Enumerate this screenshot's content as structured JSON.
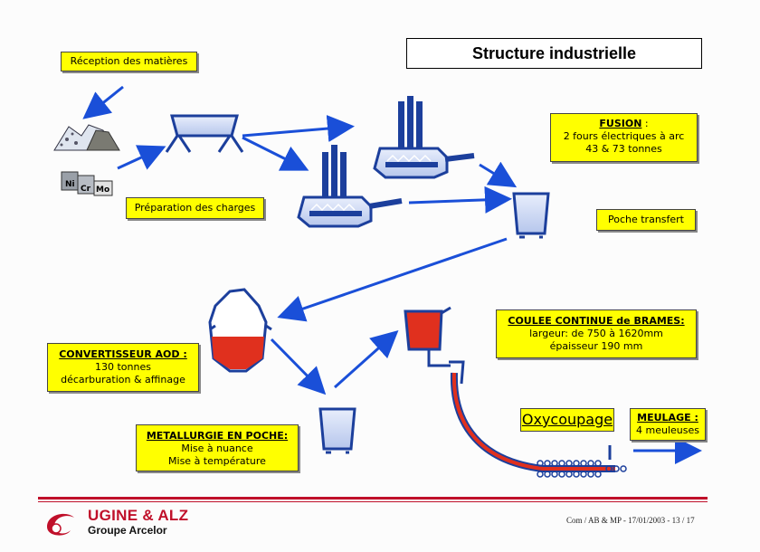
{
  "title": "Structure industrielle",
  "labels": {
    "reception": "Réception des matières",
    "preparation": "Préparation des charges",
    "fusion_head": "FUSION",
    "fusion_colon": " :",
    "fusion_line1": "2 fours électriques à arc",
    "fusion_line2": "43 & 73 tonnes",
    "poche_transfert": "Poche transfert",
    "aod_head": "CONVERTISSEUR AOD :",
    "aod_line1": "130 tonnes",
    "aod_line2": "décarburation & affinage",
    "metallurgie_head": "METALLURGIE EN POCHE:",
    "metallurgie_line1": "Mise à nuance",
    "metallurgie_line2": "Mise à température",
    "coulee_head": "COULEE CONTINUE de BRAMES:",
    "coulee_line1": "largeur: de 750 à 1620mm",
    "coulee_line2": "épaisseur 190 mm",
    "oxycoupage": "Oxycoupage",
    "meulage_head": "MEULAGE :",
    "meulage_line1": "4 meuleuses"
  },
  "alloys": {
    "ni": "Ni",
    "cr": "Cr",
    "mo": "Mo"
  },
  "footer": {
    "brand": "UGINE & ALZ",
    "subtitle": "Groupe Arcelor",
    "reference": "Com / AB & MP - 17/01/2003 - 13 / 17"
  },
  "colors": {
    "arrow": "#1a4fd8",
    "vessel": "#1c3f9c",
    "molten": "#e0301e",
    "label_bg": "#ffff00",
    "brand": "#c0102a"
  }
}
